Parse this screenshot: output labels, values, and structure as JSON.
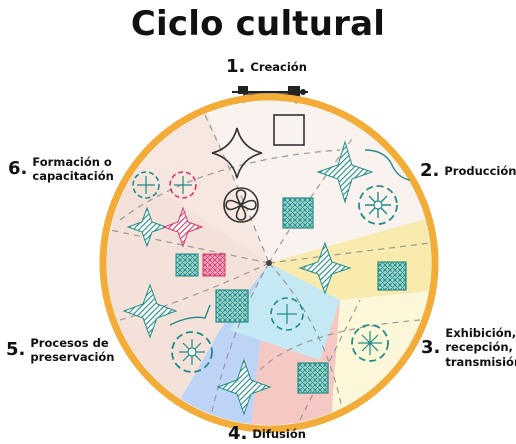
{
  "title": "Ciclo cultural",
  "stages": [
    {
      "number": "1.",
      "lines": [
        "Creación"
      ]
    },
    {
      "number": "2.",
      "lines": [
        "Producción"
      ]
    },
    {
      "number": "3.",
      "lines": [
        "Exhibición,",
        "recepción,",
        "transmisión"
      ]
    },
    {
      "number": "4.",
      "lines": [
        "Difusión"
      ]
    },
    {
      "number": "5.",
      "lines": [
        "Procesos de",
        "preservación"
      ]
    },
    {
      "number": "6.",
      "lines": [
        "Formación o",
        "capacitación"
      ]
    }
  ],
  "colors": {
    "hoop": "#F3AC37",
    "creacion": "#FAF2EE",
    "produccion": "#FAF2EE",
    "exhibicion_yellow": "#F9EBAE",
    "exhibicion_pale": "#FDF7DA",
    "difusion_blue": "#BDD4F6",
    "difusion_pink": "#F6C8C4",
    "difusion_cyan": "#C5E8F5",
    "preservacion": "#F4E1DA",
    "teal": "#1F8D86",
    "magenta": "#D8376A"
  },
  "icons": [
    "star-outline-icon",
    "square-outline-icon",
    "quatrefoil-icon",
    "embroidery-star-icon",
    "embroidery-circle-icon",
    "cross-stitch-icon",
    "needle-thread-icon",
    "embroidery-hoop-screw-icon"
  ]
}
